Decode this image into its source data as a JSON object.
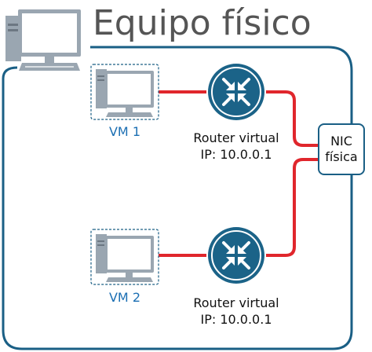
{
  "title": "Equipo físico",
  "vms": [
    {
      "label": "VM 1"
    },
    {
      "label": "VM 2"
    }
  ],
  "routers": [
    {
      "name": "Router virtual",
      "ip": "IP: 10.0.0.1"
    },
    {
      "name": "Router virtual",
      "ip": "IP: 10.0.0.1"
    }
  ],
  "nic": {
    "line1": "NIC",
    "line2": "física"
  },
  "colors": {
    "frame": "#1a5f85",
    "router": "#1b6388",
    "link": "#e0262c",
    "title": "#555555",
    "vm_label": "#1c6fb3",
    "computer_body": "#9aa6b1"
  }
}
